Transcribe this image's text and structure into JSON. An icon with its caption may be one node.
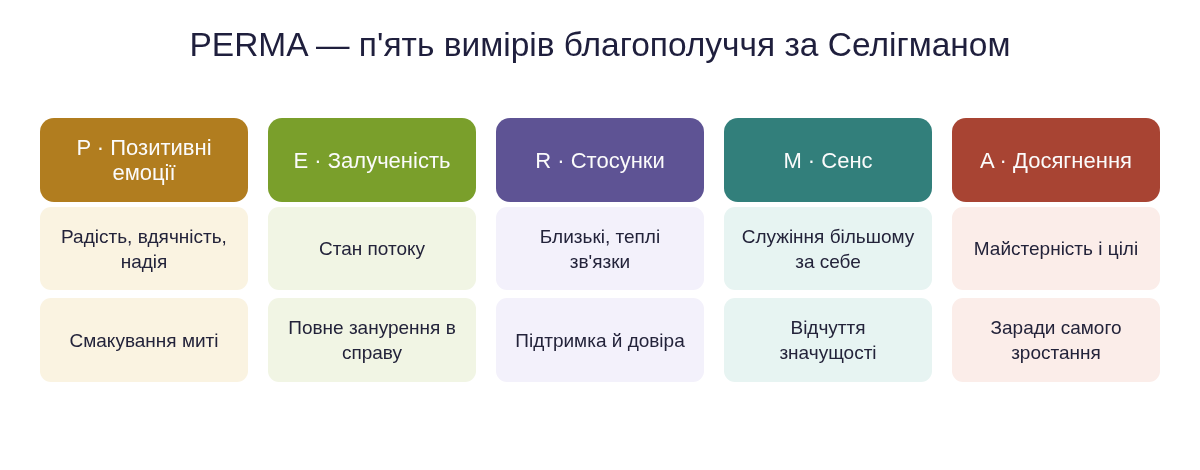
{
  "diagram": {
    "title": "PERMA — п'ять вимірів благополуччя за Селігманом",
    "nodes": [
      {
        "text": [
          "P · Позитивні емоції"
        ]
      },
      {
        "text": [
          "Радість, вдячність, надія"
        ]
      },
      {
        "text": [
          "Смакування миті"
        ]
      },
      {
        "text": [
          "E · Залученість"
        ]
      },
      {
        "text": [
          "Стан потоку"
        ]
      },
      {
        "text": [
          "Повне занурення в справу"
        ]
      },
      {
        "text": [
          "R · Стосунки"
        ]
      },
      {
        "text": [
          "Близькі, теплі зв'язки"
        ]
      },
      {
        "text": [
          "Підтримка й довіра"
        ]
      },
      {
        "text": [
          "M · Сенс"
        ]
      },
      {
        "text": [
          "Служіння більшому за себе"
        ]
      },
      {
        "text": [
          "Відчуття значущості"
        ]
      },
      {
        "text": [
          "A · Досягнення"
        ]
      },
      {
        "text": [
          "Майстерність і цілі"
        ]
      },
      {
        "text": [
          "Заради самого зростання"
        ]
      }
    ]
  }
}
